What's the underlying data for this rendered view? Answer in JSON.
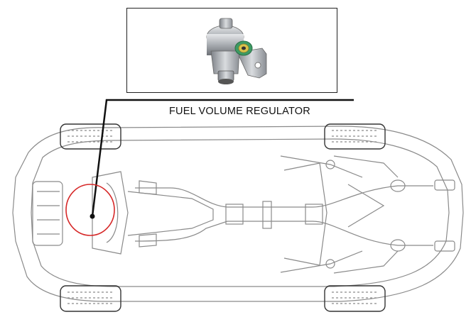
{
  "callout": {
    "label": "FUEL VOLUME REGULATOR"
  },
  "colors": {
    "highlight_circle": "#d62828",
    "line_art": "#8a8a8a",
    "leader_line": "#111111",
    "part_metal": "#b9bcc0",
    "part_seal": "#2e8b57"
  },
  "icons": {
    "part": "fuel-pressure-regulator-photo",
    "vehicle": "car-underbody-outline"
  }
}
